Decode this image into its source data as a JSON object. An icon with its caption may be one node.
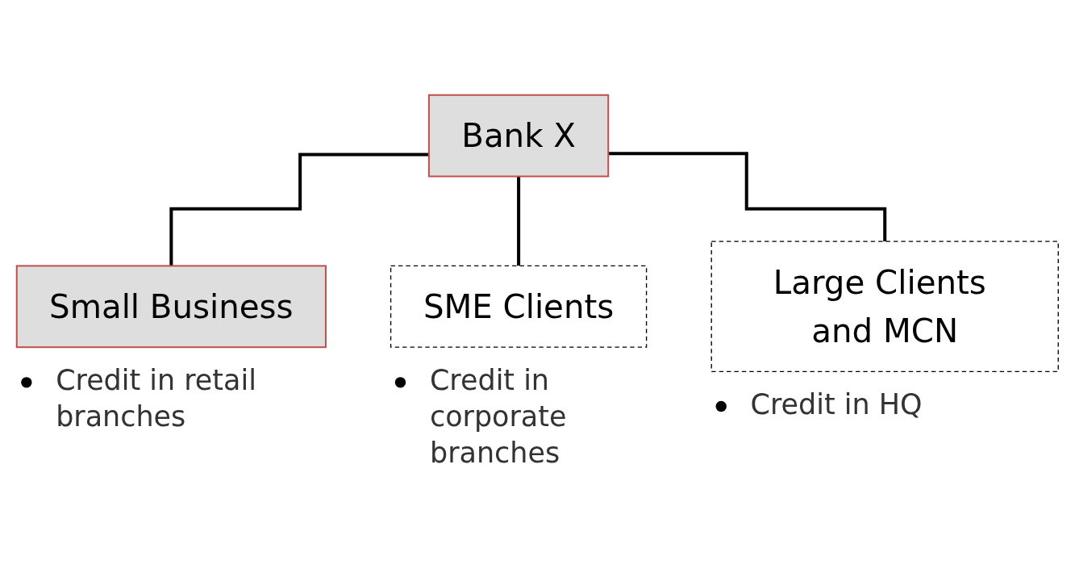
{
  "diagram": {
    "nodes": [
      {
        "text": [
          "Bank X"
        ]
      },
      {
        "text": [
          "Small Business"
        ],
        "beside": [
          "Credit in retail branches"
        ]
      },
      {
        "text": [
          "SME Clients"
        ],
        "beside": [
          "Credit in corporate branches"
        ]
      },
      {
        "text": [
          "Large Clients and MCN"
        ],
        "beside": [
          "Credit in HQ"
        ]
      }
    ],
    "edges": [
      {
        "from": 0,
        "to": 1,
        "arrow": "none"
      },
      {
        "from": 0,
        "to": 2,
        "arrow": "none"
      },
      {
        "from": 0,
        "to": 3,
        "arrow": "none"
      }
    ]
  }
}
